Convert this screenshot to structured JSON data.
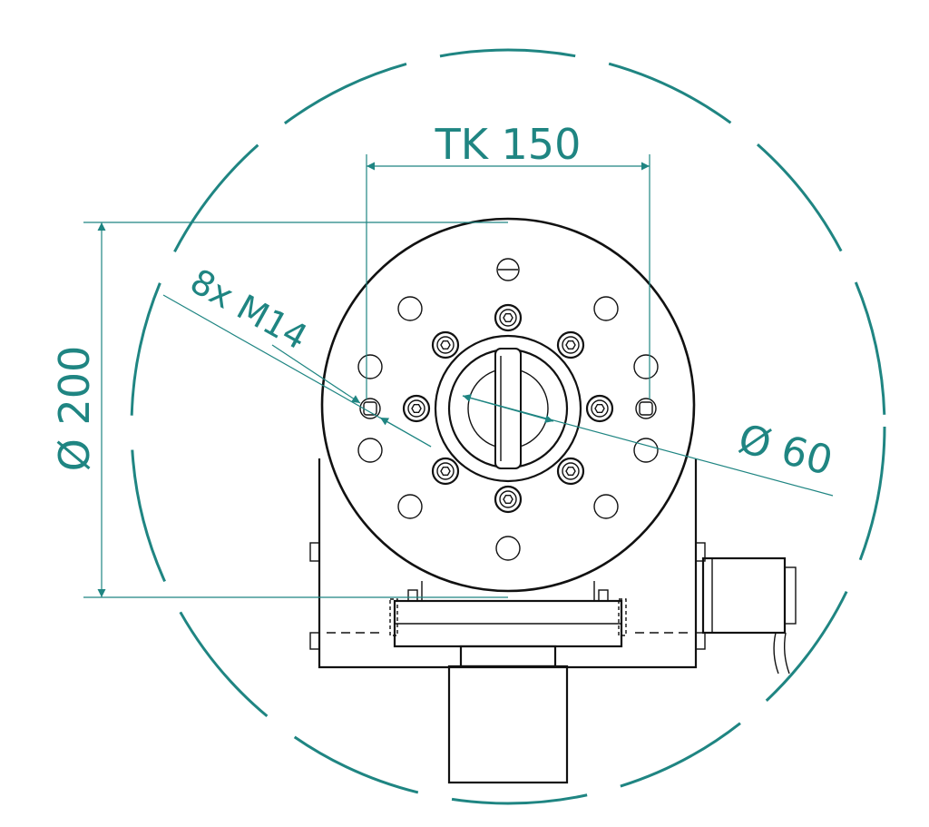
{
  "colors": {
    "dimension": "#1f8582",
    "outline": "#111111",
    "background": "#ffffff"
  },
  "dimensions": {
    "tk": "TK 150",
    "outer_diameter": "Ø 200",
    "bore_diameter": "Ø 60",
    "thread": "8x M14"
  }
}
